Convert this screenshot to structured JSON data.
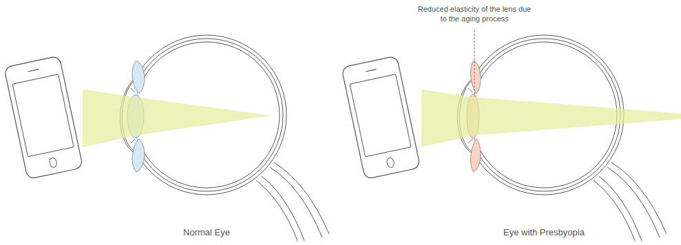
{
  "diagram": {
    "labels": [
      "Reduced elasticity of the lens due to the aging process",
      "Normal Eye",
      "Eye with Presbyopia"
    ]
  }
}
